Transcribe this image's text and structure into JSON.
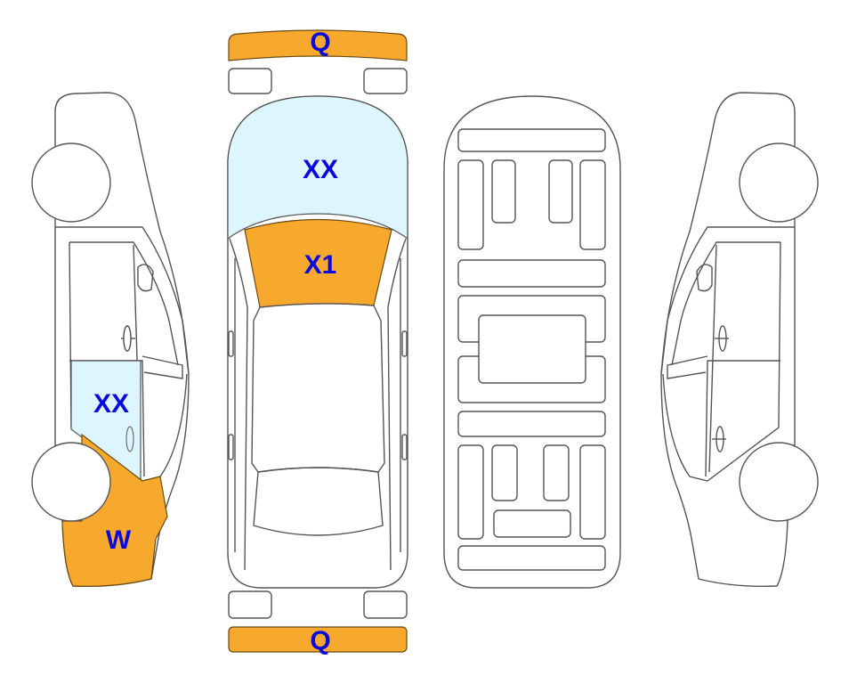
{
  "colors": {
    "damage_orange": "#F7A92E",
    "glass_blue": "#DDF5FC",
    "label_blue": "#0A0ADC"
  },
  "labels": {
    "front_bumper": "Q",
    "windshield": "XX",
    "hood": "X1",
    "left_window": "XX",
    "left_fender": "W",
    "rear_bumper": "Q"
  }
}
